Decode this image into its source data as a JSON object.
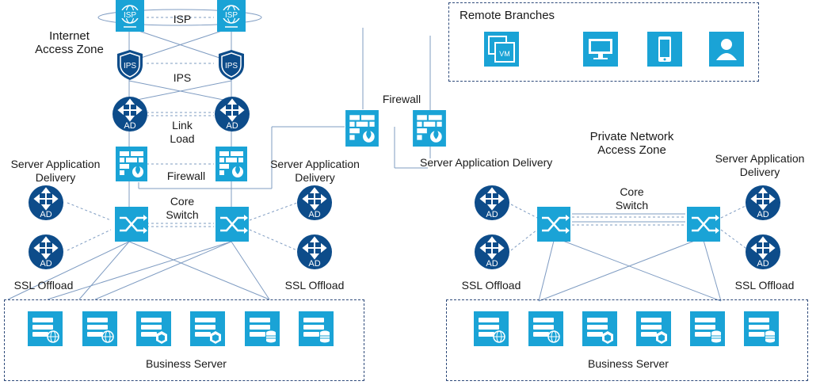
{
  "internet_zone": {
    "title": "Internet\nAccess Zone",
    "isp_label": "ISP",
    "ips_label": "IPS",
    "ad_label": "Link\nLoad",
    "firewall_label": "Firewall",
    "server_app_left": "Server Application\nDelivery",
    "server_app_right": "Server Application\nDelivery",
    "core_label": "Core\nSwitch",
    "ssl_left": "SSL Offload",
    "ssl_right": "SSL Offload",
    "business_label": "Business Server"
  },
  "middle": {
    "firewall_label": "Firewall",
    "server_app_label": "Server Application Delivery"
  },
  "remote_branches": {
    "title": "Remote Branches",
    "vm_label": "VM"
  },
  "private_zone": {
    "title": "Private Network\nAccess Zone",
    "server_app_right": "Server Application\nDelivery",
    "core_label": "Core\nSwitch",
    "ssl_left": "SSL Offload",
    "ssl_right": "SSL Offload",
    "business_label": "Business Server"
  },
  "icon_text": {
    "isp": "ISP",
    "ips": "IPS",
    "ad": "AD"
  },
  "colors": {
    "teal": "#1aa3d6",
    "navy": "#0d4c8a",
    "line": "#8aa7c8",
    "zone_border": "#2e4a7a"
  }
}
